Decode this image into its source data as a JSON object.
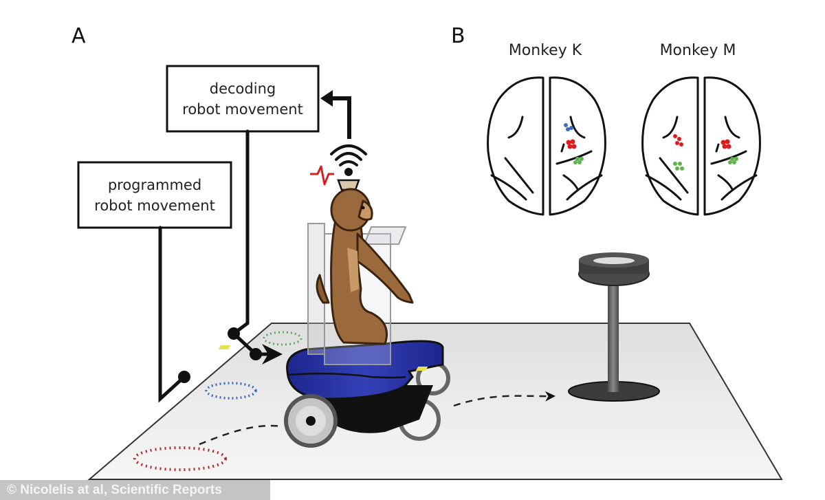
{
  "figure": {
    "panel_a": {
      "label": "A",
      "decoding_box": {
        "line1": "decoding",
        "line2": "robot movement"
      },
      "programmed_box": {
        "line1": "programmed",
        "line2": "robot movement"
      }
    },
    "panel_b": {
      "label": "B",
      "brains": [
        {
          "title": "Monkey K"
        },
        {
          "title": "Monkey M"
        }
      ]
    },
    "credit": "© Nicolelis at al, Scientific Reports",
    "colors": {
      "robot_blue": "#2a36a8",
      "monkey_brown": "#9a6a3c",
      "signal_red": "#d42020",
      "start_red": "#b3262b",
      "start_blue": "#3a6cc4",
      "start_green": "#5aa85a",
      "implant_blue": "#3a6cc4",
      "implant_red": "#e01b1b",
      "implant_green": "#5cb34a",
      "floor": "#ececec"
    }
  }
}
